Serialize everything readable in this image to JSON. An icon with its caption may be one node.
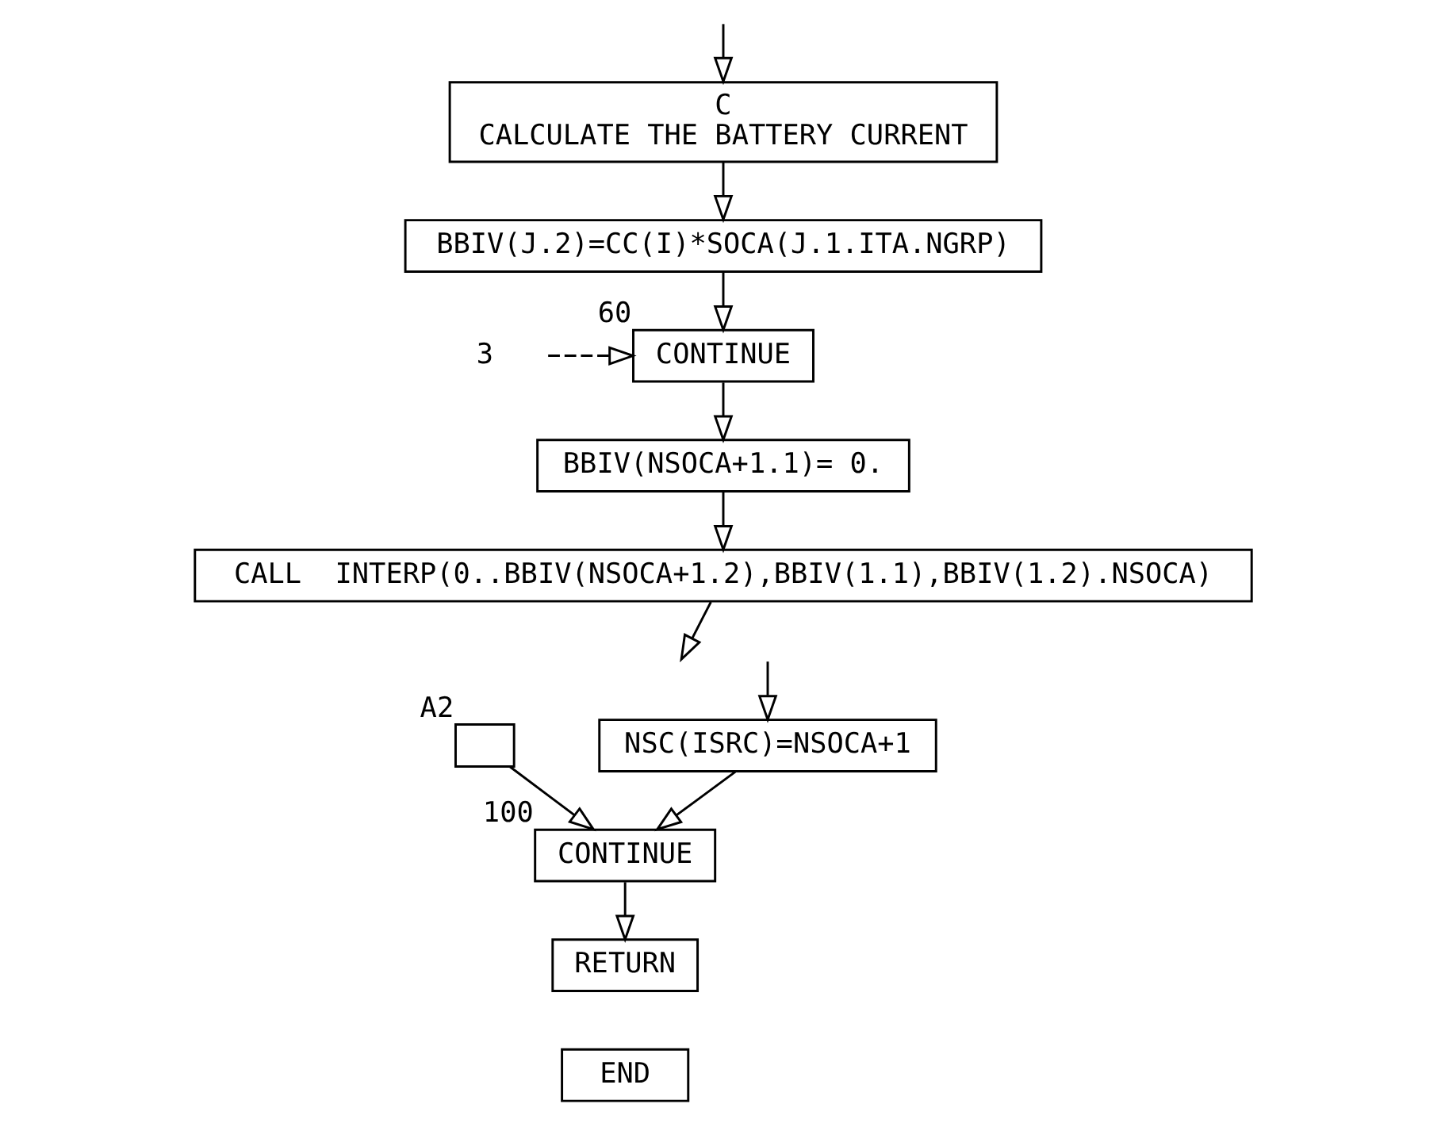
{
  "diagram": {
    "nodes": [
      {
        "text": [
          "C",
          "CALCULATE THE BATTERY CURRENT"
        ]
      },
      {
        "text": [
          "BBIV(J.2)=CC(I)*SOCA(J.1.ITA.NGRP)"
        ]
      },
      {
        "text": [
          "3"
        ]
      },
      {
        "text": [
          "CONTINUE"
        ],
        "beside": [
          "60"
        ]
      },
      {
        "text": [
          "BBIV(NSOCA+1.1)= 0."
        ]
      },
      {
        "text": [
          "CALL  INTERP(0..BBIV(NSOCA+1.2),BBIV(1.1),BBIV(1.2).NSOCA)"
        ]
      },
      {
        "text": [
          "NSC(ISRC)=NSOCA+1"
        ]
      },
      {
        "text": [],
        "shape": "box",
        "beside": [
          "A2"
        ]
      },
      {
        "text": [
          "CONTINUE"
        ],
        "beside": [
          "100"
        ]
      },
      {
        "text": [
          "RETURN"
        ]
      },
      {
        "text": [
          "END"
        ]
      }
    ],
    "edges": [
      {
        "from": null,
        "to": 0,
        "arrow": "to"
      },
      {
        "from": 0,
        "to": 1,
        "arrow": "to"
      },
      {
        "from": 1,
        "to": 3,
        "arrow": "to"
      },
      {
        "from": 2,
        "to": 3,
        "arrow": "to",
        "style": "dashed"
      },
      {
        "from": 3,
        "to": 4,
        "arrow": "to"
      },
      {
        "from": 4,
        "to": 5,
        "arrow": "to"
      },
      {
        "from": 5,
        "to": null,
        "arrow": "to"
      },
      {
        "from": null,
        "to": 6,
        "arrow": "to"
      },
      {
        "from": 6,
        "to": 8,
        "arrow": "to"
      },
      {
        "from": 7,
        "to": 8,
        "arrow": "to"
      },
      {
        "from": 8,
        "to": 9,
        "arrow": "to"
      }
    ]
  }
}
